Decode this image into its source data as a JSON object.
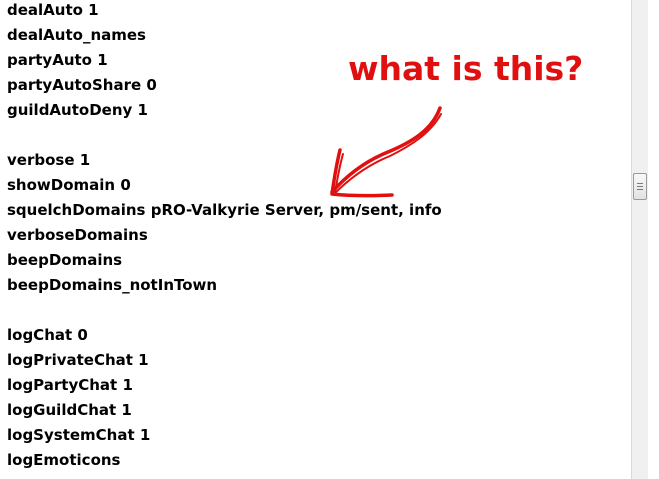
{
  "config_lines": [
    "dealAuto 1",
    "dealAuto_names",
    "partyAuto 1",
    "partyAutoShare 0",
    "guildAutoDeny 1",
    "",
    "verbose 1",
    "showDomain 0",
    "squelchDomains pRO-Valkyrie Server, pm/sent, info",
    "verboseDomains",
    "beepDomains",
    "beepDomains_notInTown",
    "",
    "logChat 0",
    "logPrivateChat 1",
    "logPartyChat 1",
    "logGuildChat 1",
    "logSystemChat 1",
    "logEmoticons"
  ],
  "annotation": {
    "text": "what is this?",
    "color": "#e01010"
  }
}
